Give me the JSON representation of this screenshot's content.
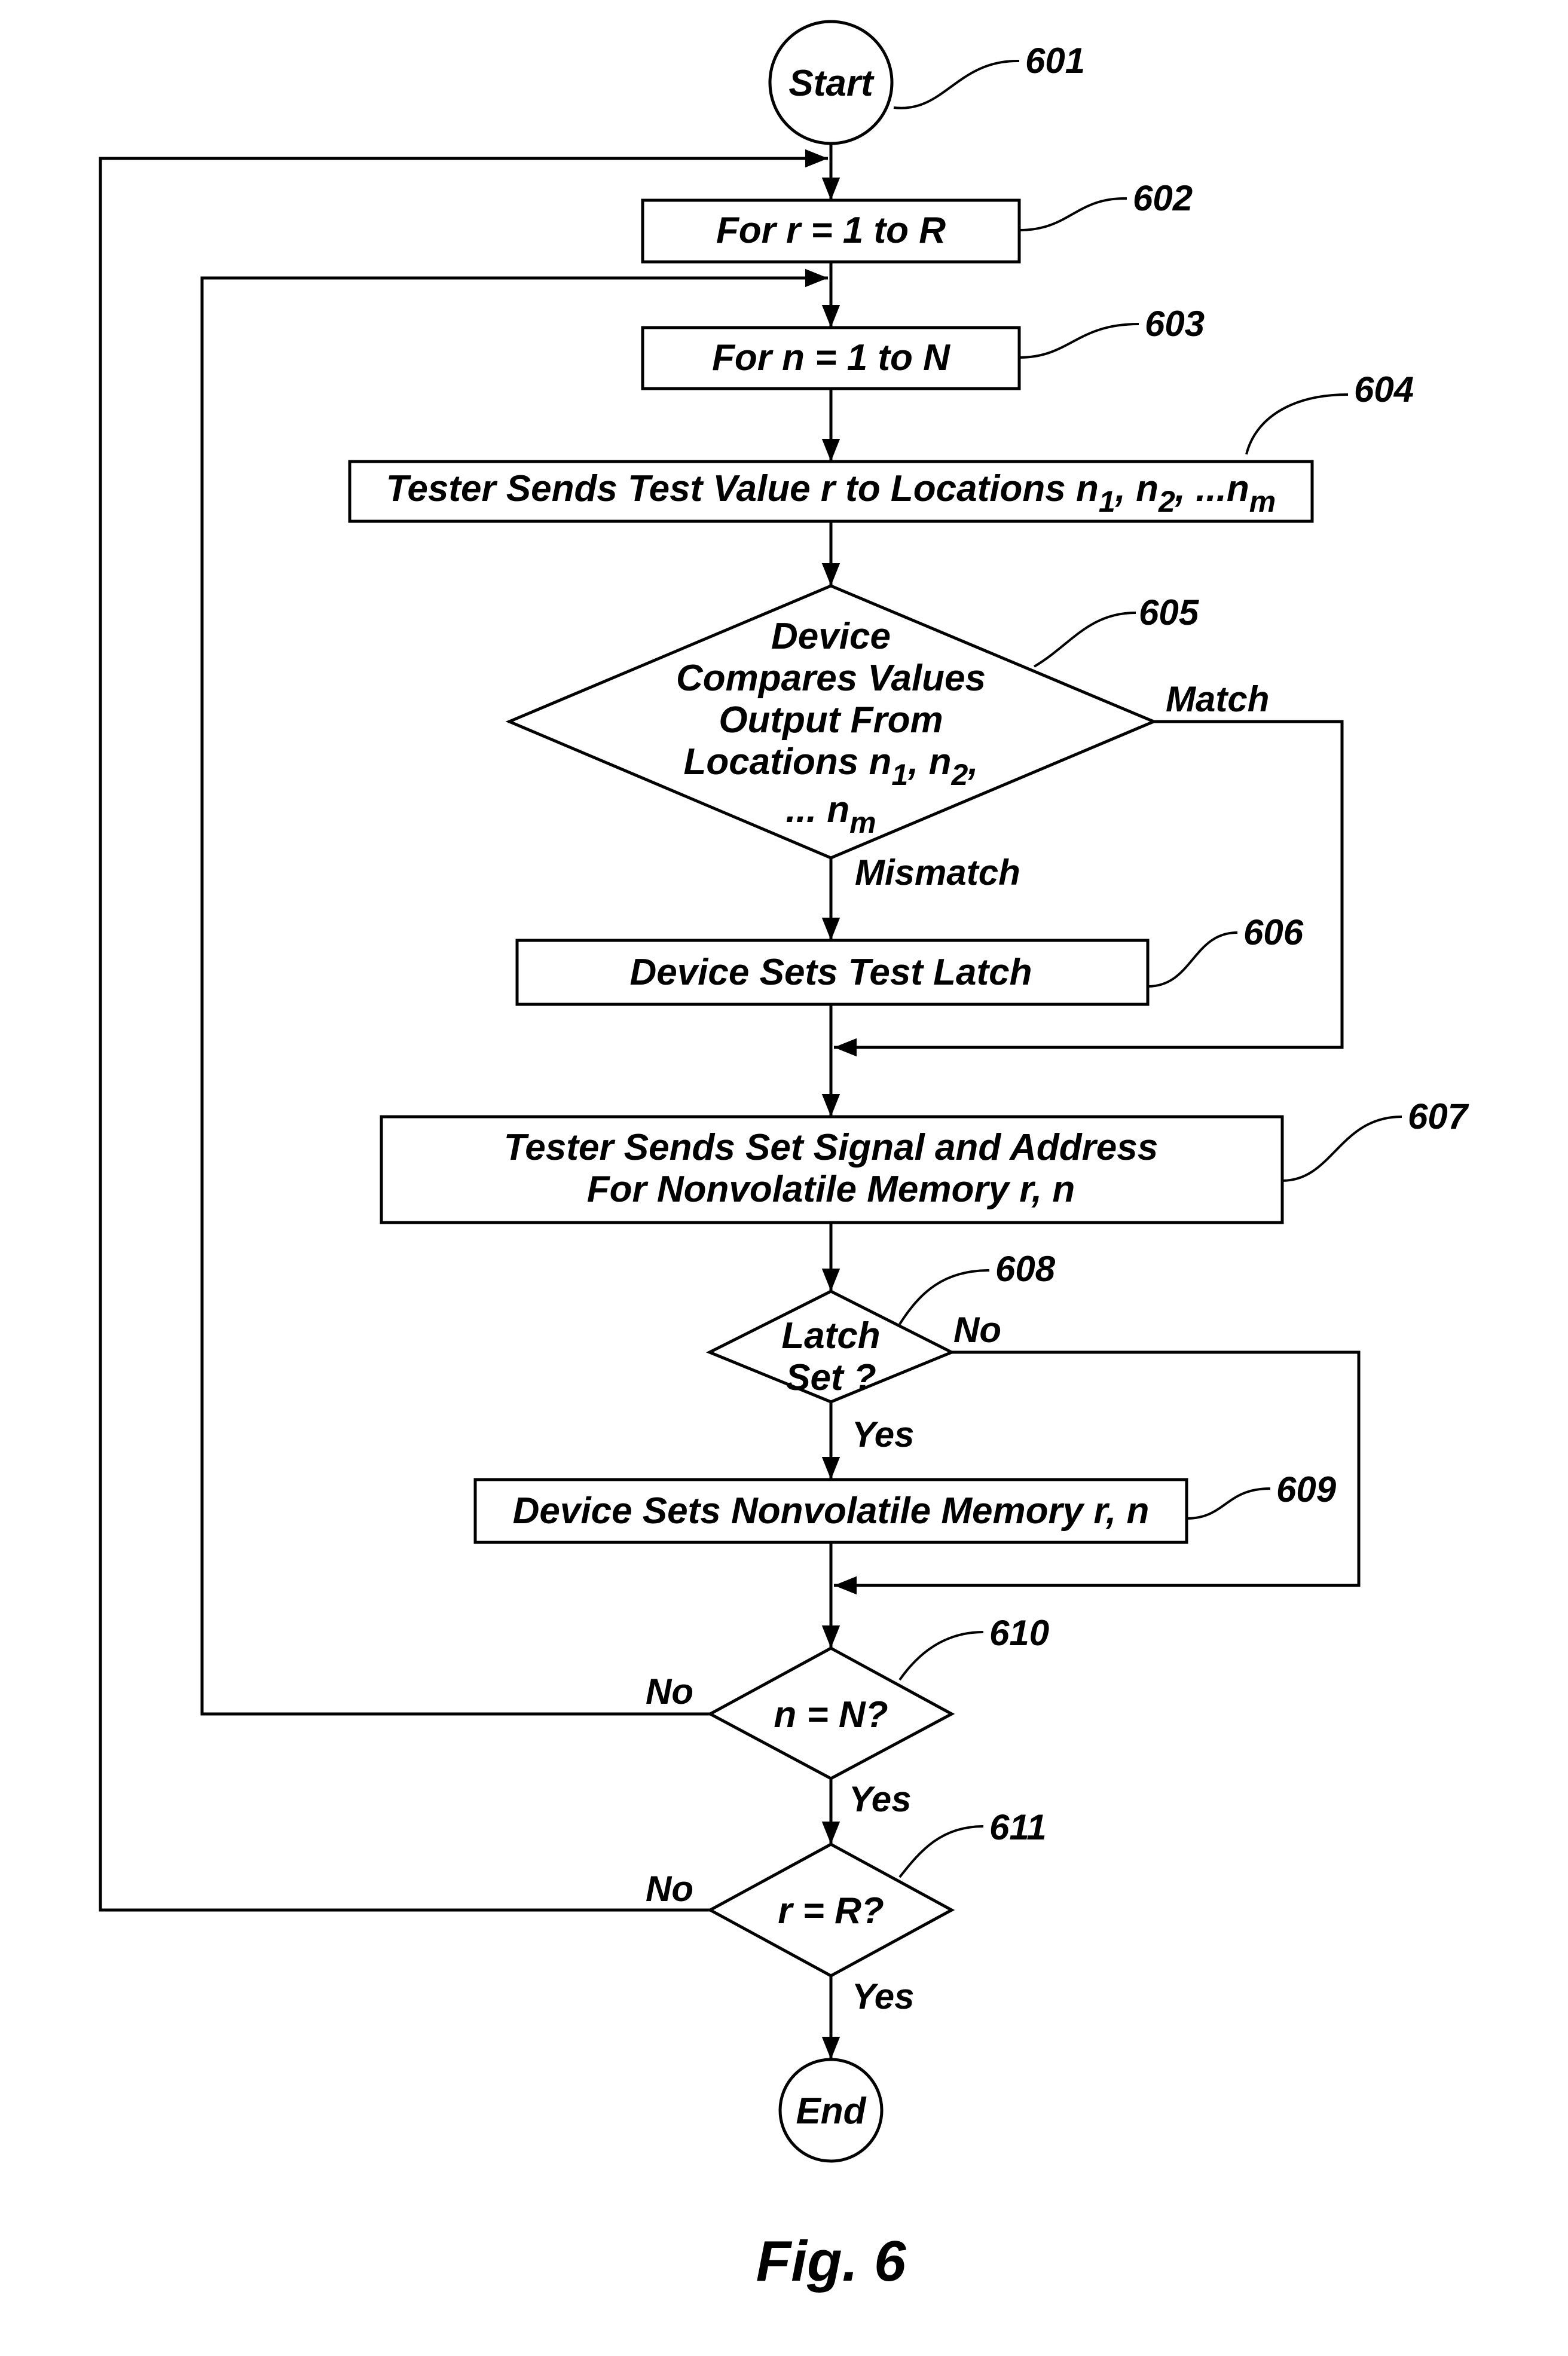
{
  "figure_label": "Fig. 6",
  "nodes": {
    "start": {
      "text": "Start",
      "ref": "601"
    },
    "loop_r": {
      "text": "For r = 1 to R",
      "ref": "602"
    },
    "loop_n": {
      "text": "For n = 1 to N",
      "ref": "603"
    },
    "send_test": {
      "text": "Tester Sends Test Value r to Locations n",
      "sub1": "1",
      "sep1": ", n",
      "sub2": "2",
      "sep2": ", ...n",
      "subm": "m",
      "ref": "604"
    },
    "compare": {
      "line1": "Device",
      "line2": "Compares Values",
      "line3": "Output From",
      "line4": "Locations n",
      "sub1": "1",
      "sep1": ", n",
      "sub2": "2",
      "tail4": ",",
      "line5": "... n",
      "subm": "m",
      "ref": "605"
    },
    "set_latch": {
      "text": "Device Sets Test Latch",
      "ref": "606"
    },
    "send_set": {
      "line1": "Tester Sends Set Signal and Address",
      "line2": "For Nonvolatile Memory r, n",
      "ref": "607"
    },
    "latch_set": {
      "line1": "Latch",
      "line2": "Set ?",
      "ref": "608"
    },
    "set_nvm": {
      "text": "Device Sets Nonvolatile Memory r, n",
      "ref": "609"
    },
    "n_check": {
      "text": "n = N?",
      "ref": "610"
    },
    "r_check": {
      "text": "r = R?",
      "ref": "611"
    },
    "end": {
      "text": "End"
    }
  },
  "branches": {
    "match": "Match",
    "mismatch": "Mismatch",
    "latch_no": "No",
    "latch_yes": "Yes",
    "n_no": "No",
    "n_yes": "Yes",
    "r_no": "No",
    "r_yes": "Yes"
  }
}
